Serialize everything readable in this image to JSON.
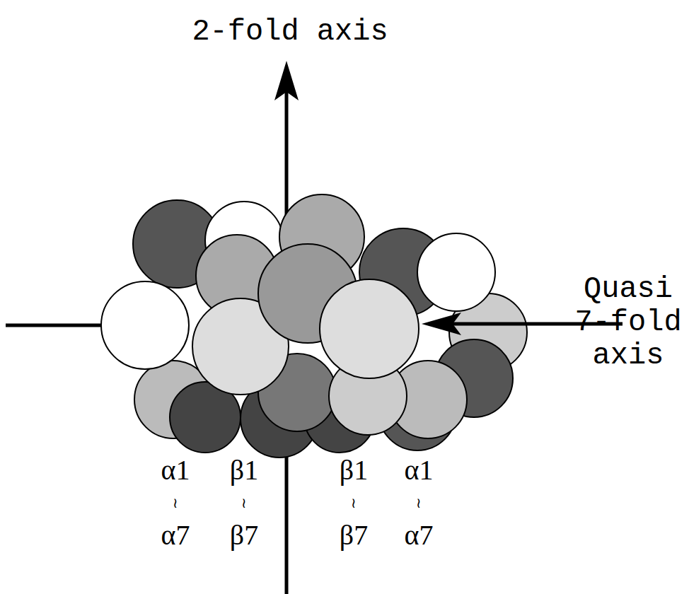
{
  "diagram": {
    "labels": [
      "2-fold axis",
      "Quasi 7-fold axis",
      "α1",
      "β1",
      "β1",
      "α1",
      "≀",
      "≀",
      "≀",
      "≀",
      "α7",
      "β7",
      "β7",
      "α7"
    ]
  }
}
